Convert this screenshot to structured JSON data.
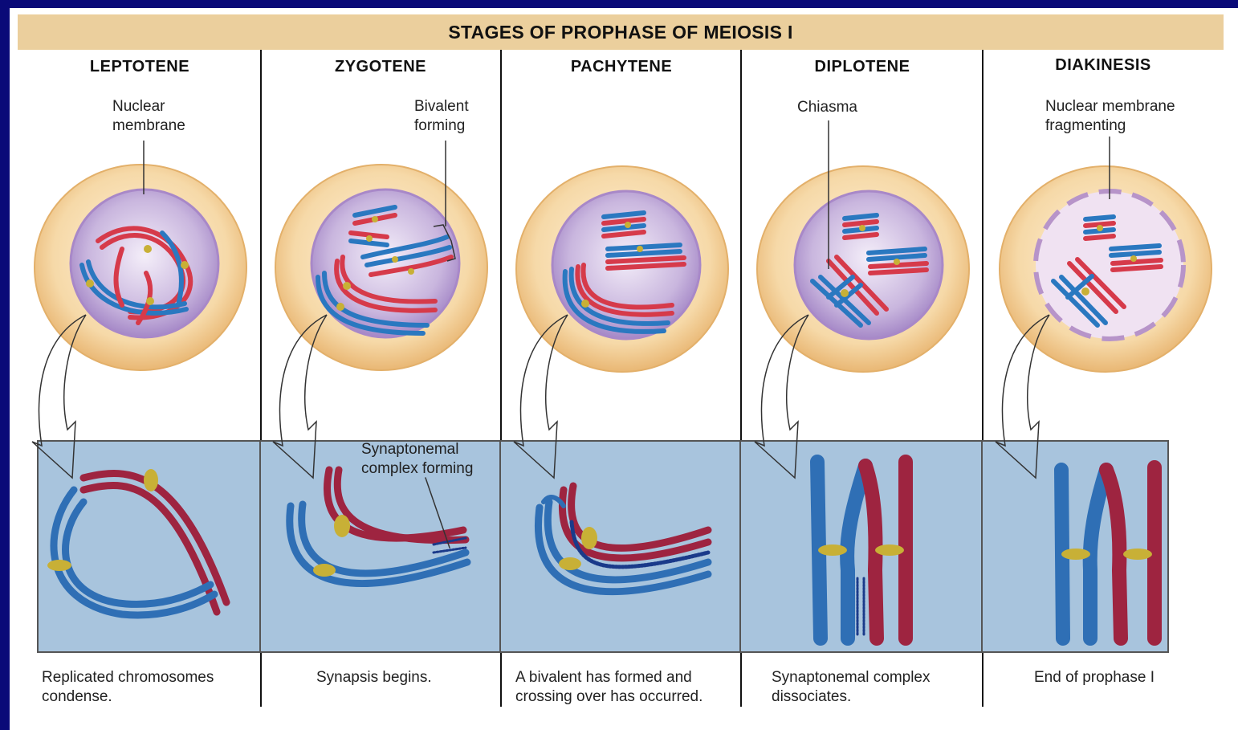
{
  "title": "STAGES OF PROPHASE OF MEIOSIS I",
  "stages": [
    {
      "name": "LEPTOTENE",
      "label": "Nuclear\nmembrane",
      "caption": "Replicated chromosomes\ncondense."
    },
    {
      "name": "ZYGOTENE",
      "label": "Bivalent\nforming",
      "caption": "Synapsis begins.",
      "label2": "Synaptonemal\ncomplex forming"
    },
    {
      "name": "PACHYTENE",
      "label": "",
      "caption": "A bivalent has formed and\ncrossing over has occurred."
    },
    {
      "name": "DIPLOTENE",
      "label": "Chiasma",
      "caption": "Synaptonemal complex\ndissociates."
    },
    {
      "name": "DIAKINESIS",
      "label": "Nuclear membrane\nfragmenting",
      "caption": "End of prophase I"
    }
  ],
  "colors": {
    "background": "#0a0a78",
    "title_bar": "#ebcf9d",
    "cell": "#f6d9a8",
    "nucleus": "#c9b6de",
    "maternal": "#d63a4a",
    "paternal": "#2a78c0",
    "chiasma": "#c8b036",
    "strip": "#a8c4dd"
  }
}
